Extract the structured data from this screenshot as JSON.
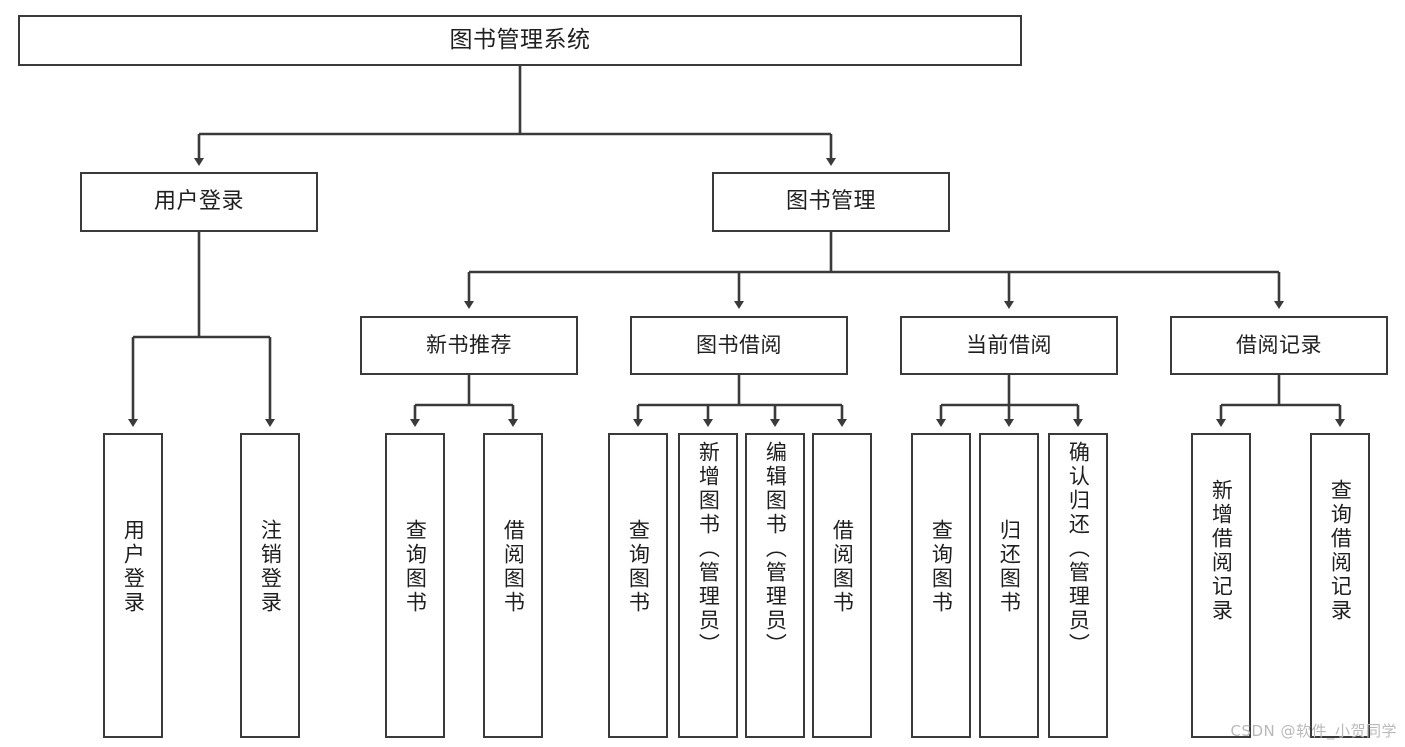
{
  "diagram": {
    "title": "图书管理系统",
    "type": "tree-hierarchy",
    "watermark": "CSDN @软件_小贺同学",
    "colors": {
      "box_border": "#3a3a3a",
      "box_fill": "#ffffff",
      "edge": "#3a3a3a",
      "text": "#1f1f1f",
      "watermark": "#b9b9b9"
    }
  },
  "nodes": {
    "root": {
      "label": "图书管理系统"
    },
    "level2": [
      {
        "label": "用户登录"
      },
      {
        "label": "图书管理"
      }
    ],
    "level3": [
      {
        "label": "新书推荐"
      },
      {
        "label": "图书借阅"
      },
      {
        "label": "当前借阅"
      },
      {
        "label": "借阅记录"
      }
    ],
    "leaves": {
      "user_login": [
        {
          "label": "用户登录"
        },
        {
          "label": "注销登录"
        }
      ],
      "new_book_recommend": [
        {
          "label": "查询图书"
        },
        {
          "label": "借阅图书"
        }
      ],
      "book_borrow": [
        {
          "label": "查询图书"
        },
        {
          "label": "新增图书（管理员）"
        },
        {
          "label": "编辑图书（管理员）"
        },
        {
          "label": "借阅图书"
        }
      ],
      "current_borrow": [
        {
          "label": "查询图书"
        },
        {
          "label": "归还图书"
        },
        {
          "label": "确认归还（管理员）"
        }
      ],
      "borrow_records": [
        {
          "label": "新增借阅记录"
        },
        {
          "label": "查询借阅记录"
        }
      ]
    }
  }
}
